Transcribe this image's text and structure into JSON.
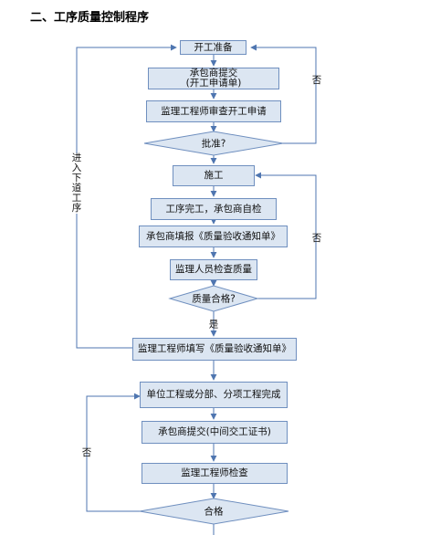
{
  "heading": "二、工序质量控制程序",
  "nodes": {
    "prepare": "开工准备",
    "submit_line1": "承包商提交",
    "submit_line2": "(开工申请单)",
    "review": "监理工程师审查开工申请",
    "approve": "批准?",
    "construct": "施工",
    "selfcheck": "工序完工，承包商自检",
    "fill_form": "承包商填报《质量验收通知单》",
    "inspect": "监理人员检查质量",
    "qualified_q": "质量合格?",
    "yes": "是",
    "engineer_fill": "监理工程师填写《质量验收通知单》",
    "unit_done": "单位工程或分部、分项工程完成",
    "submit_cert": "承包商提交(中间交工证书)",
    "engineer_check": "监理工程师检查",
    "qualified": "合格"
  },
  "side_labels": {
    "no1": "否",
    "no2": "否",
    "no3": "否",
    "next": "进入下道工序"
  },
  "colors": {
    "box_fill": "#dce6f2",
    "box_border": "#6f8fbf",
    "arrow": "#4f76b0"
  }
}
